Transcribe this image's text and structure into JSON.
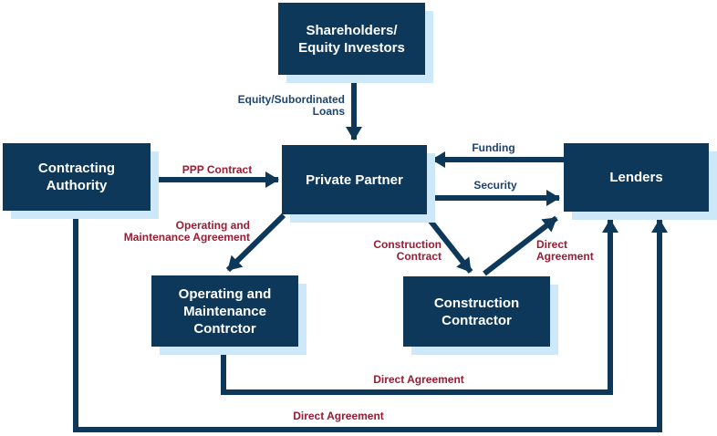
{
  "colors": {
    "box_navy": "#0d3859",
    "arrow_navy": "#0d3859",
    "shadow_light_blue": "#cde8f9",
    "label_red": "#9a1c33",
    "label_navy": "#1d4370",
    "box_text_white": "#ffffff",
    "background": "#ffffff"
  },
  "nodes": {
    "shareholders": {
      "lines": [
        "Shareholders/",
        "Equity Investors"
      ]
    },
    "contracting_authority": {
      "lines": [
        "Contracting",
        "Authority"
      ]
    },
    "private_partner": {
      "lines": [
        "Private Partner"
      ]
    },
    "lenders": {
      "lines": [
        "Lenders"
      ]
    },
    "om_contractor": {
      "lines": [
        "Operating and",
        "Maintenance",
        "Contrctor"
      ]
    },
    "construction_contractor": {
      "lines": [
        "Construction",
        "Contractor"
      ]
    }
  },
  "edges": {
    "equity_loans": {
      "from": "Shareholders/Equity Investors",
      "to": "Private Partner",
      "label_lines": [
        "Equity/Subordinated",
        "Loans"
      ],
      "label_color": "navy"
    },
    "ppp_contract": {
      "from": "Contracting Authority",
      "to": "Private Partner",
      "label": "PPP Contract",
      "label_color": "red"
    },
    "funding": {
      "from": "Lenders",
      "to": "Private Partner",
      "label": "Funding",
      "label_color": "navy"
    },
    "security": {
      "from": "Private Partner",
      "to": "Lenders",
      "label": "Security",
      "label_color": "navy"
    },
    "om_agreement": {
      "from": "Private Partner",
      "to": "Operating and Maintenance Contrctor",
      "label_lines": [
        "Operating and",
        "Maintenance Agreement"
      ],
      "label_color": "red"
    },
    "construction_contract": {
      "from": "Private Partner",
      "to": "Construction Contractor",
      "label_lines": [
        "Construction",
        "Contract"
      ],
      "label_color": "red"
    },
    "direct_agreement_construction": {
      "from": "Construction Contractor",
      "to": "Lenders",
      "label_lines": [
        "Direct",
        "Agreement"
      ],
      "label_color": "red"
    },
    "direct_agreement_om": {
      "from": "Operating and Maintenance Contrctor",
      "to": "Lenders",
      "label": "Direct Agreement",
      "label_color": "red"
    },
    "direct_agreement_authority": {
      "from": "Contracting Authority",
      "to": "Lenders",
      "label": "Direct Agreement",
      "label_color": "red"
    }
  }
}
